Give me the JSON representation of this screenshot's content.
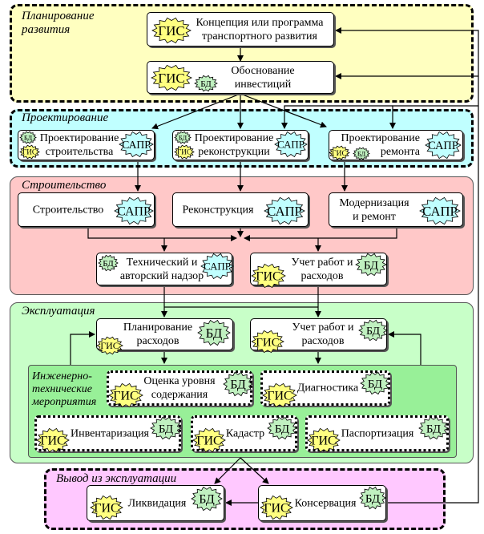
{
  "sections": {
    "planning": {
      "title": "Планирование развития",
      "color": "#ffffc0"
    },
    "design": {
      "title": "Проектирование",
      "color": "#c0ffff"
    },
    "construction": {
      "title": "Строительство",
      "color": "#ffc8c8"
    },
    "operation": {
      "title": "Эксплуатация",
      "color": "#c8ffc8"
    },
    "engineering": {
      "title": "Инженерно-технические мероприятия",
      "title_lines": [
        "Инженерно-",
        "технические",
        "мероприятия"
      ],
      "color": "#98f098"
    },
    "decommission": {
      "title": "Вывод из эксплуатации",
      "color": "#ffc8ff"
    }
  },
  "tool_colors": {
    "ГИС": "#ffff80",
    "БД": "#c0f0c0",
    "САПР": "#c0ffff"
  },
  "boxes": [
    {
      "id": "concept",
      "lines": [
        "Концепция или программа",
        "транспортного развития"
      ],
      "tools": [
        "ГИС"
      ]
    },
    {
      "id": "investment",
      "lines": [
        "Обоснование",
        "инвестиций"
      ],
      "tools": [
        "ГИС",
        "БД"
      ]
    },
    {
      "id": "design-construction",
      "lines": [
        "Проектирование",
        "строительства"
      ],
      "tools": [
        "БД",
        "ГИС",
        "САПР"
      ]
    },
    {
      "id": "design-reconstruction",
      "lines": [
        "Проектирование",
        "реконструкции"
      ],
      "tools": [
        "БД",
        "ГИС",
        "САПР"
      ]
    },
    {
      "id": "design-repair",
      "lines": [
        "Проектирование",
        "ремонта"
      ],
      "tools": [
        "ГИС",
        "БД",
        "САПР"
      ]
    },
    {
      "id": "construction",
      "lines": [
        "Строительство"
      ],
      "tools": [
        "САПР"
      ]
    },
    {
      "id": "reconstruction",
      "lines": [
        "Реконструкция"
      ],
      "tools": [
        "САПР"
      ]
    },
    {
      "id": "modernization",
      "lines": [
        "Модернизация",
        "и ремонт"
      ],
      "tools": [
        "САПР"
      ]
    },
    {
      "id": "supervision",
      "lines": [
        "Технический и",
        "авторский надзор"
      ],
      "tools": [
        "БД",
        "САПР"
      ]
    },
    {
      "id": "accounting-construction",
      "lines": [
        "Учет работ и",
        "расходов"
      ],
      "tools": [
        "ГИС",
        "БД"
      ]
    },
    {
      "id": "expense-planning",
      "lines": [
        "Планирование",
        "расходов"
      ],
      "tools": [
        "ГИС",
        "БД"
      ]
    },
    {
      "id": "accounting-operation",
      "lines": [
        "Учет работ и",
        "расходов"
      ],
      "tools": [
        "ГИС",
        "БД"
      ]
    },
    {
      "id": "maintenance-assessment",
      "lines": [
        "Оценка уровня",
        "содержания"
      ],
      "tools": [
        "ГИС",
        "БД"
      ]
    },
    {
      "id": "diagnostics",
      "lines": [
        "Диагностика"
      ],
      "tools": [
        "ГИС",
        "БД"
      ]
    },
    {
      "id": "inventory",
      "lines": [
        "Инвентаризация"
      ],
      "tools": [
        "ГИС",
        "БД"
      ]
    },
    {
      "id": "cadastre",
      "lines": [
        "Кадастр"
      ],
      "tools": [
        "ГИС",
        "БД"
      ]
    },
    {
      "id": "certification",
      "lines": [
        "Паспортизация"
      ],
      "tools": [
        "ГИС",
        "БД"
      ]
    },
    {
      "id": "liquidation",
      "lines": [
        "Ликвидация"
      ],
      "tools": [
        "ГИС",
        "БД"
      ]
    },
    {
      "id": "conservation",
      "lines": [
        "Консервация"
      ],
      "tools": [
        "ГИС",
        "БД"
      ]
    }
  ]
}
